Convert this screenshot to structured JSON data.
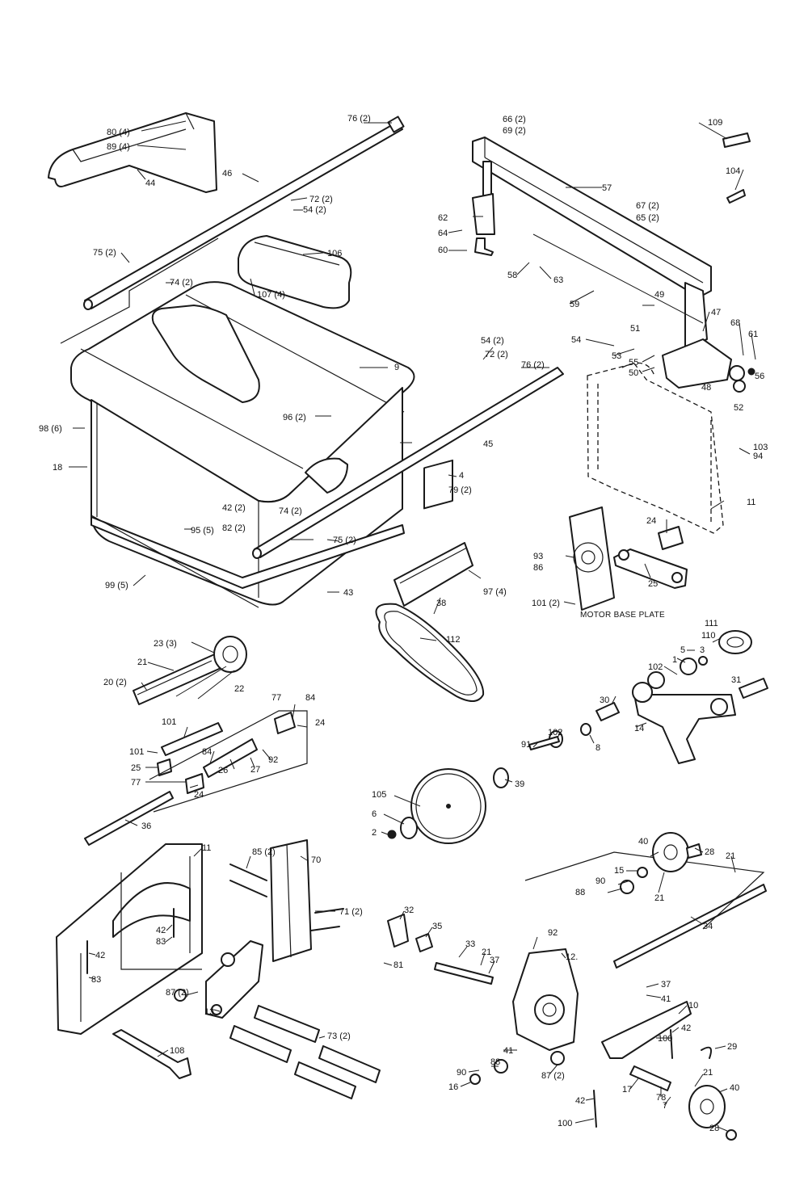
{
  "callouts": {
    "c76a": "76 (2)",
    "c80": "80 (4)",
    "c89": "89 (4)",
    "c44": "44",
    "c46": "46",
    "c72a": "72 (2)",
    "c54a": "54 (2)",
    "c75a": "75 (2)",
    "c106": "106",
    "c74a": "74 (2)",
    "c107": "107 (4)",
    "c9": "9",
    "c98": "98 (6)",
    "c18": "18",
    "c96": "96 (2)",
    "c4": "4",
    "c79": "79 (2)",
    "c42a": "42 (2)",
    "c74b": "74 (2)",
    "c82": "82 (2)",
    "c75b": "75 (2)",
    "c95": "95 (5)",
    "c99": "99 (5)",
    "c43": "43",
    "c97": "97 (4)",
    "c38": "38",
    "c45": "45",
    "c54b": "54 (2)",
    "c72b": "72 (2)",
    "c76b": "76 (2)",
    "c66": "66 (2)",
    "c69": "69 (2)",
    "c109": "109",
    "c104": "104",
    "c57": "57",
    "c67": "67 (2)",
    "c65": "65 (2)",
    "c62": "62",
    "c64": "64",
    "c60": "60",
    "c58": "58",
    "c63": "63",
    "c59": "59",
    "c49": "49",
    "c47": "47",
    "c68": "68",
    "c61": "61",
    "c54c": "54",
    "c51": "51",
    "c53": "53",
    "c55": "55",
    "c50": "50",
    "c56": "56",
    "c48": "48",
    "c52": "52",
    "c103": "103",
    "c94": "94",
    "c11a": "11",
    "c24a": "24",
    "c93": "93",
    "c86": "86",
    "c25a": "25",
    "c101a": "101 (2)",
    "motor_base_plate": "MOTOR BASE PLATE",
    "c112": "112",
    "c111": "111",
    "c110": "110",
    "c5": "5",
    "c3": "3",
    "c1": "1",
    "c102a": "102",
    "c31": "31",
    "c30": "30",
    "c14": "14",
    "c8": "8",
    "c102b": "102",
    "c91": "91",
    "c39": "39",
    "c105": "105",
    "c6": "6",
    "c2": "2",
    "c23": "23 (3)",
    "c21a": "21",
    "c20": "20 (2)",
    "c22": "22",
    "c77a": "77",
    "c84a": "84",
    "c101b": "101",
    "c24b": "24",
    "c101c": "101",
    "c84b": "84",
    "c92a": "92",
    "c25b": "25",
    "c26": "26",
    "c27": "27",
    "c77b": "77",
    "c24c": "24",
    "c36": "36",
    "c11b": "11",
    "c85": "85 (2)",
    "c70": "70",
    "c42b": "42",
    "c83a": "83",
    "c42c": "42",
    "c83b": "83",
    "c71": "71 (2)",
    "c32": "32",
    "c35": "35",
    "c33": "33",
    "c21b": "21",
    "c37a": "37",
    "c81": "81",
    "c92b": "92",
    "c12": "12.",
    "c40a": "40",
    "c28a": "28",
    "c15": "15",
    "c90a": "90",
    "c88a": "88",
    "c21c": "21",
    "c21d": "21",
    "c34": "34",
    "c37b": "37",
    "c41a": "41",
    "c10": "10",
    "c42d": "42",
    "c100a": "100",
    "c29": "29",
    "c87a": "87 (2)",
    "c13": "13",
    "c73": "73 (2)",
    "c108": "108",
    "c41b": "41",
    "c90b": "90",
    "c88b": "88",
    "c87b": "87 (2)",
    "c16": "16",
    "c42e": "42",
    "c100b": "100",
    "c17": "17",
    "c78": "78",
    "c7": "7",
    "c21e": "21",
    "c40b": "40",
    "c28b": "28"
  }
}
